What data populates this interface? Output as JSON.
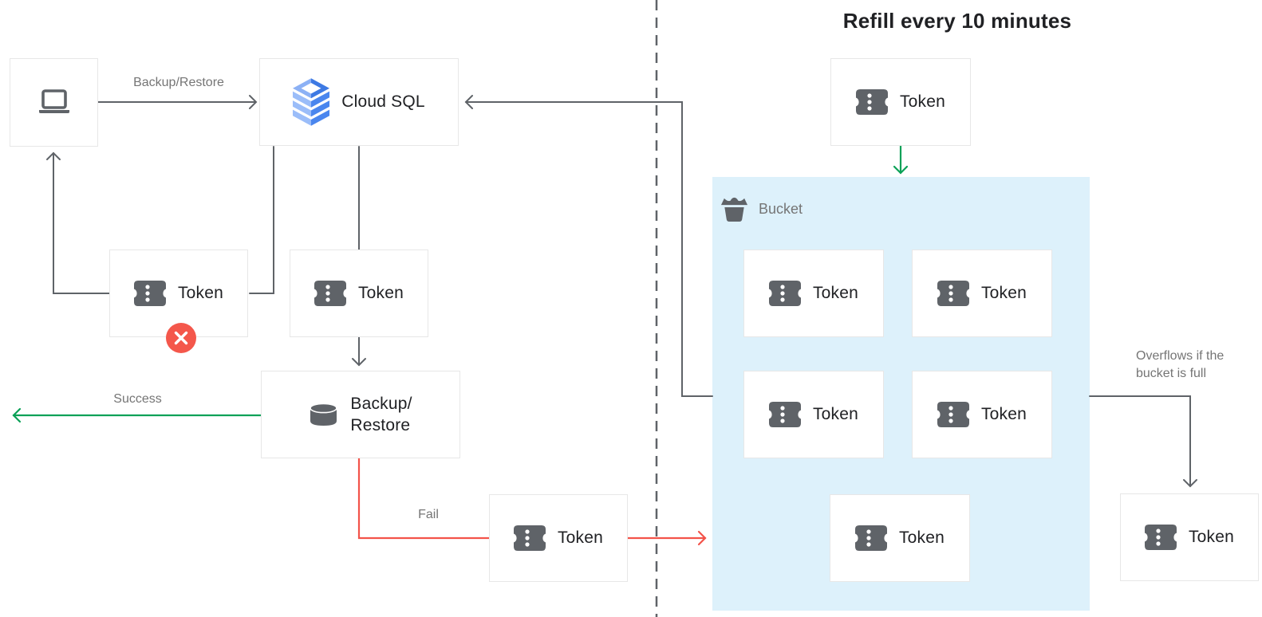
{
  "title": "Refill every 10 minutes",
  "nodes": {
    "client": {
      "icon": "laptop-icon"
    },
    "cloud_sql": {
      "label": "Cloud SQL",
      "icon": "cloud-sql-stack-icon"
    },
    "backup_restore": {
      "line1": "Backup/",
      "line2": "Restore",
      "icon": "database-cylinder-icon"
    },
    "token": {
      "label": "Token",
      "icon": "ticket-icon"
    },
    "bucket": {
      "label": "Bucket",
      "icon": "bucket-icon"
    }
  },
  "edges": {
    "backup_restore_request": "Backup/Restore",
    "success": "Success",
    "fail": "Fail",
    "overflow_line1": "Overflows if the",
    "overflow_line2": "bucket is full"
  },
  "badges": {
    "error": {
      "icon": "x-circle-icon"
    }
  },
  "colors": {
    "bucket_fill": "#ddf1fb",
    "success_green": "#0ba157",
    "fail_red": "#f3534a",
    "arrow_gray": "#5f6368",
    "label_gray": "#757575",
    "node_border": "#e7e7e7",
    "text_dark": "#202124",
    "error_red": "#f4574b",
    "cloud_sql_blue_light": "#9bbdf9",
    "cloud_sql_blue": "#4a86ee"
  }
}
